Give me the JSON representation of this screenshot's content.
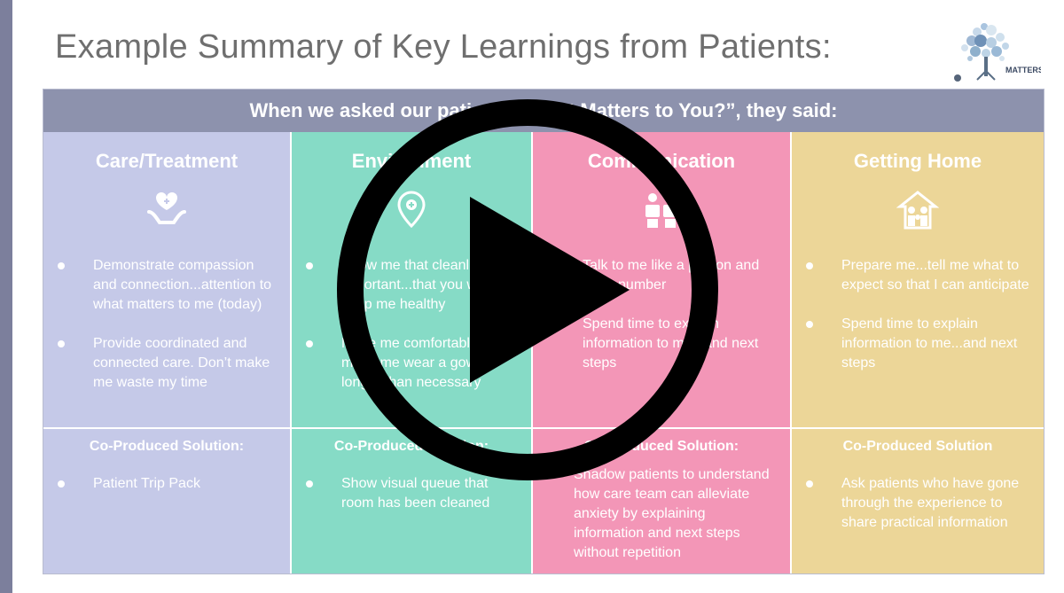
{
  "slide": {
    "title": "Example Summary of Key Learnings from Patients:",
    "header": "When we asked our patients “What Matters to You?”, they said:"
  },
  "columns": [
    {
      "title": "Care/Treatment",
      "color": "#c5c9e8",
      "icon": "hands-heart-icon",
      "bullets": [
        "Demonstrate compassion and connection...attention to what matters to me (today)",
        "Provide coordinated and connected care.  Don’t make me waste my time"
      ],
      "solution_title": "Co-Produced Solution:",
      "solutions": [
        "Patient Trip Pack"
      ]
    },
    {
      "title": "Environment",
      "color": "#86dbc6",
      "icon": "location-pin-icon",
      "bullets": [
        "Show me that cleanliness is important...that you want to keep me healthy",
        "Make me comfortable...don’t make me wear a gown longer than necessary"
      ],
      "solution_title": "Co-Produced Solution:",
      "solutions": [
        "Show visual queue that room has been cleaned"
      ]
    },
    {
      "title": "Communication",
      "color": "#f396b7",
      "icon": "people-talking-icon",
      "bullets": [
        "Talk  to me like a person and not a number",
        "Spend time to explain information to me...and next steps"
      ],
      "solution_title": "Co-Produced Solution:",
      "solutions": [
        "Shadow patients to understand how care team can alleviate anxiety by explaining information and next steps without repetition"
      ]
    },
    {
      "title": "Getting Home",
      "color": "#ecd698",
      "icon": "family-home-icon",
      "bullets": [
        "Prepare me...tell me what to expect so that I can anticipate",
        "Spend time to explain information to me...and next steps"
      ],
      "solution_title": "Co-Produced Solution",
      "solutions": [
        "Ask patients who have gone through the experience to share practical information"
      ]
    }
  ],
  "logo": {
    "text": "MATTERS",
    "icon": "tree-logo-icon"
  },
  "video": {
    "play_icon": "play-button-icon"
  }
}
